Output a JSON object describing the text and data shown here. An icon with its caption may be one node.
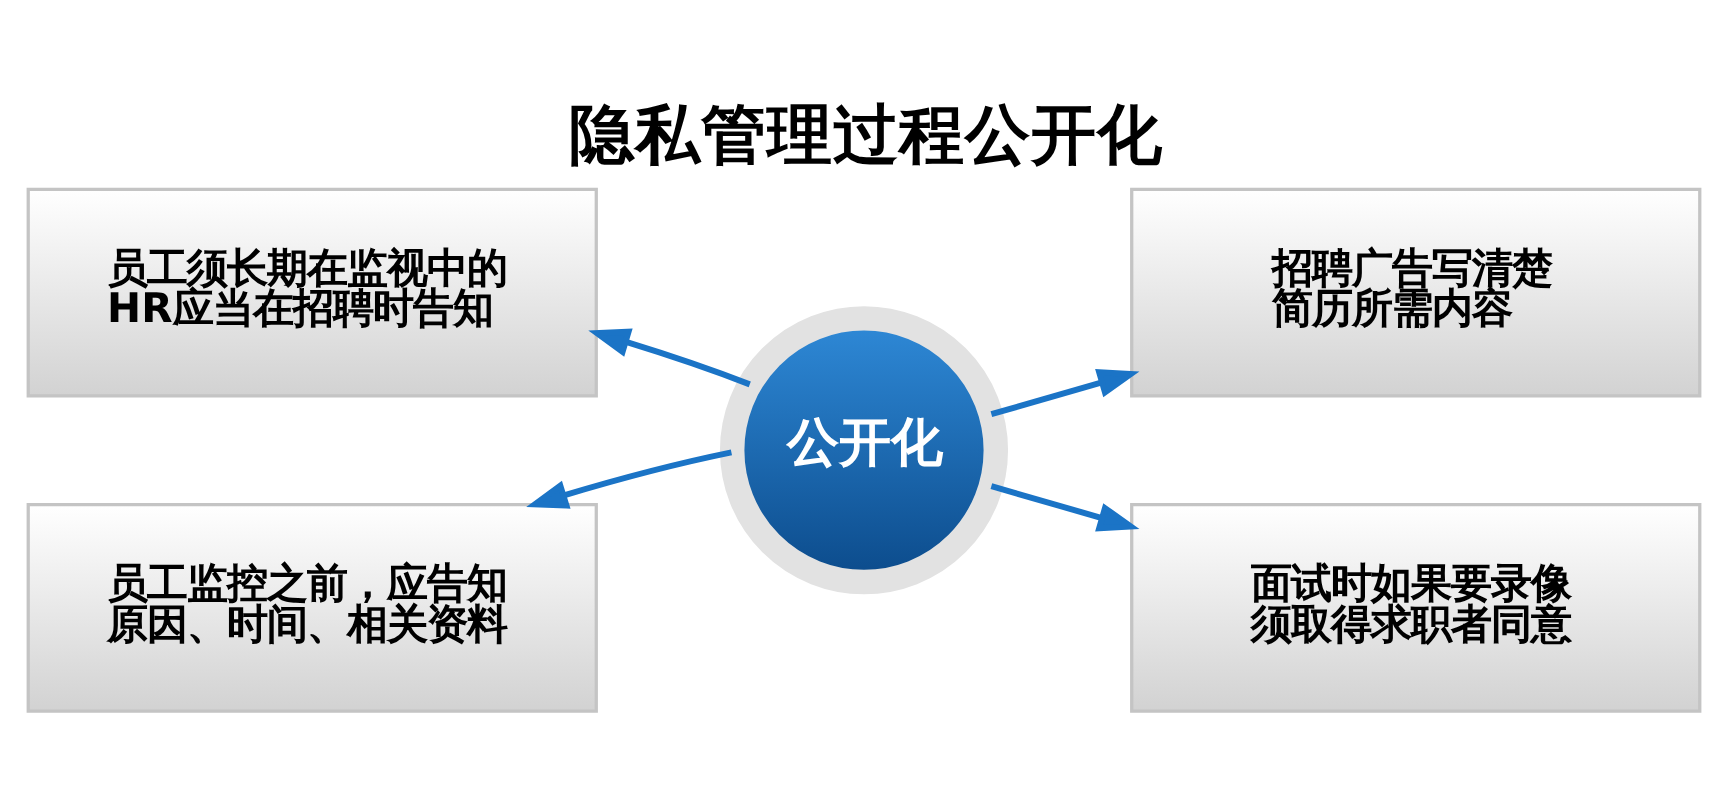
{
  "diagram": {
    "title": "隐私管理过程公开化",
    "nodes": [
      {
        "text": [
          "员工须长期在监视中的HR应当在招聘时告知"
        ]
      },
      {
        "text": [
          "招聘广告写清楚简历所需内容"
        ]
      },
      {
        "text": [
          "公开化"
        ]
      },
      {
        "text": [
          "员工监控之前，应告知原因、时间、相关资料"
        ]
      },
      {
        "text": [
          "面试时如果要录像须取得求职者同意"
        ]
      }
    ],
    "edges": [
      {
        "from": 2,
        "to": 0,
        "arrow": "to"
      },
      {
        "from": 2,
        "to": 1,
        "arrow": "to"
      },
      {
        "from": 2,
        "to": 3,
        "arrow": "to"
      },
      {
        "from": 2,
        "to": 4,
        "arrow": "to"
      }
    ]
  }
}
